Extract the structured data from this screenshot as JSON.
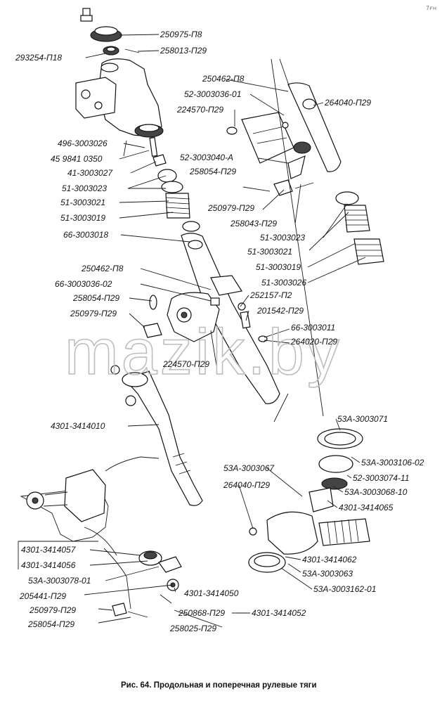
{
  "caption": "Рис. 64. Продольная и поперечная рулевые тяги",
  "watermark": "mazik.by",
  "corner_mark": "7ғн",
  "labels": [
    "250975-П8",
    "258013-П29",
    "293254-П18",
    "250462-П8",
    "52-3003036-01",
    "264040-П29",
    "224570-П29",
    "496-3003026",
    "45 9841 0350",
    "52-3003040-А",
    "258054-П29",
    "41-3003027",
    "51-3003023",
    "51-3003021",
    "250979-П29",
    "258043-П29",
    "51-3003019",
    "66-3003018",
    "51-3003023",
    "51-3003021",
    "51-3003019",
    "51-3003026",
    "250462-П8",
    "252157-П2",
    "66-3003036-02",
    "258054-П29",
    "201542-П29",
    "250979-П29",
    "66-3003011",
    "264020-П29",
    "224570-П29",
    "53А-3003071",
    "4301-3414010",
    "53А-3003106-02",
    "52-3003074-11",
    "53А-3003067",
    "264040-П29",
    "53А-3003068-10",
    "4301-3414065",
    "4301-3414057",
    "4301-3414056",
    "4301-3414062",
    "53А-3003063",
    "53А-3003078-01",
    "53А-3003162-01",
    "205441-П29",
    "4301-3414050",
    "250979-П29",
    "250868-П29",
    "4301-3414052",
    "258054-П29",
    "258025-П29"
  ]
}
